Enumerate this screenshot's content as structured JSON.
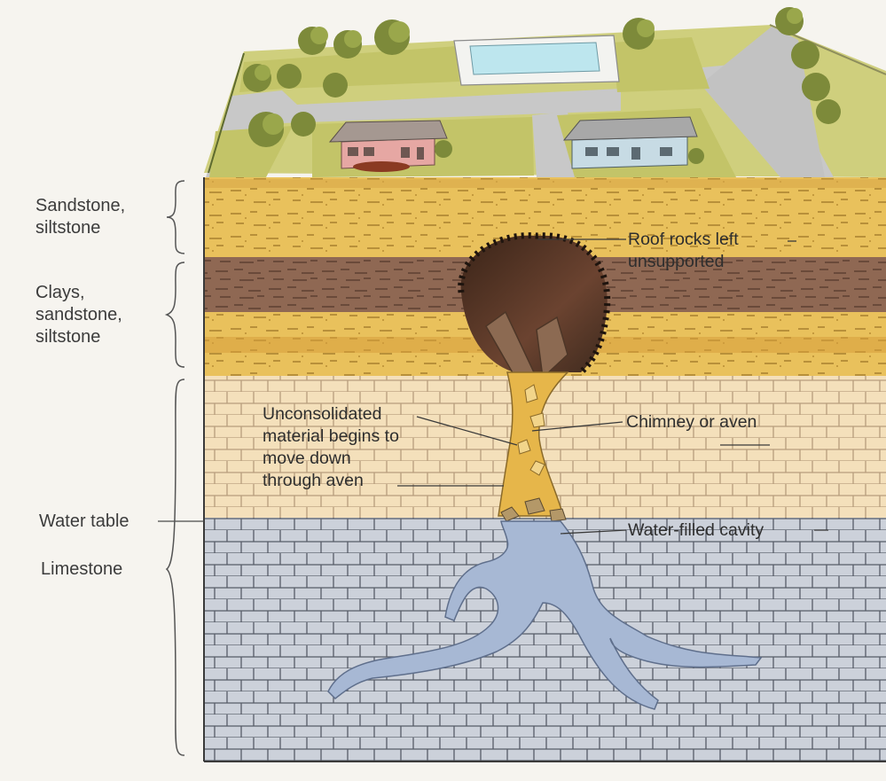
{
  "layers": {
    "sandstone": "Sandstone,\nsiltstone",
    "clays": "Clays,\nsandstone,\nsiltstone",
    "water_table": "Water table",
    "limestone": "Limestone"
  },
  "annotations": {
    "roof_rocks": "Roof rocks left\nunsupported",
    "unconsolidated": "Unconsolidated\nmaterial begins to\nmove down\nthrough aven",
    "chimney": "Chimney or aven",
    "water_cavity": "Water-filled cavity"
  },
  "colors": {
    "sandstone": "#e7bd57",
    "clay": "#8b6350",
    "limestone_dry": "#f4e1bd",
    "limestone_wet": "#c9cfd9",
    "water": "#a7b7d3",
    "grass": "#c9c96a",
    "road": "#c9c9c9",
    "text": "#3c3c3c"
  },
  "icons": [
    "tree-icon",
    "house-icon",
    "pool-icon"
  ]
}
